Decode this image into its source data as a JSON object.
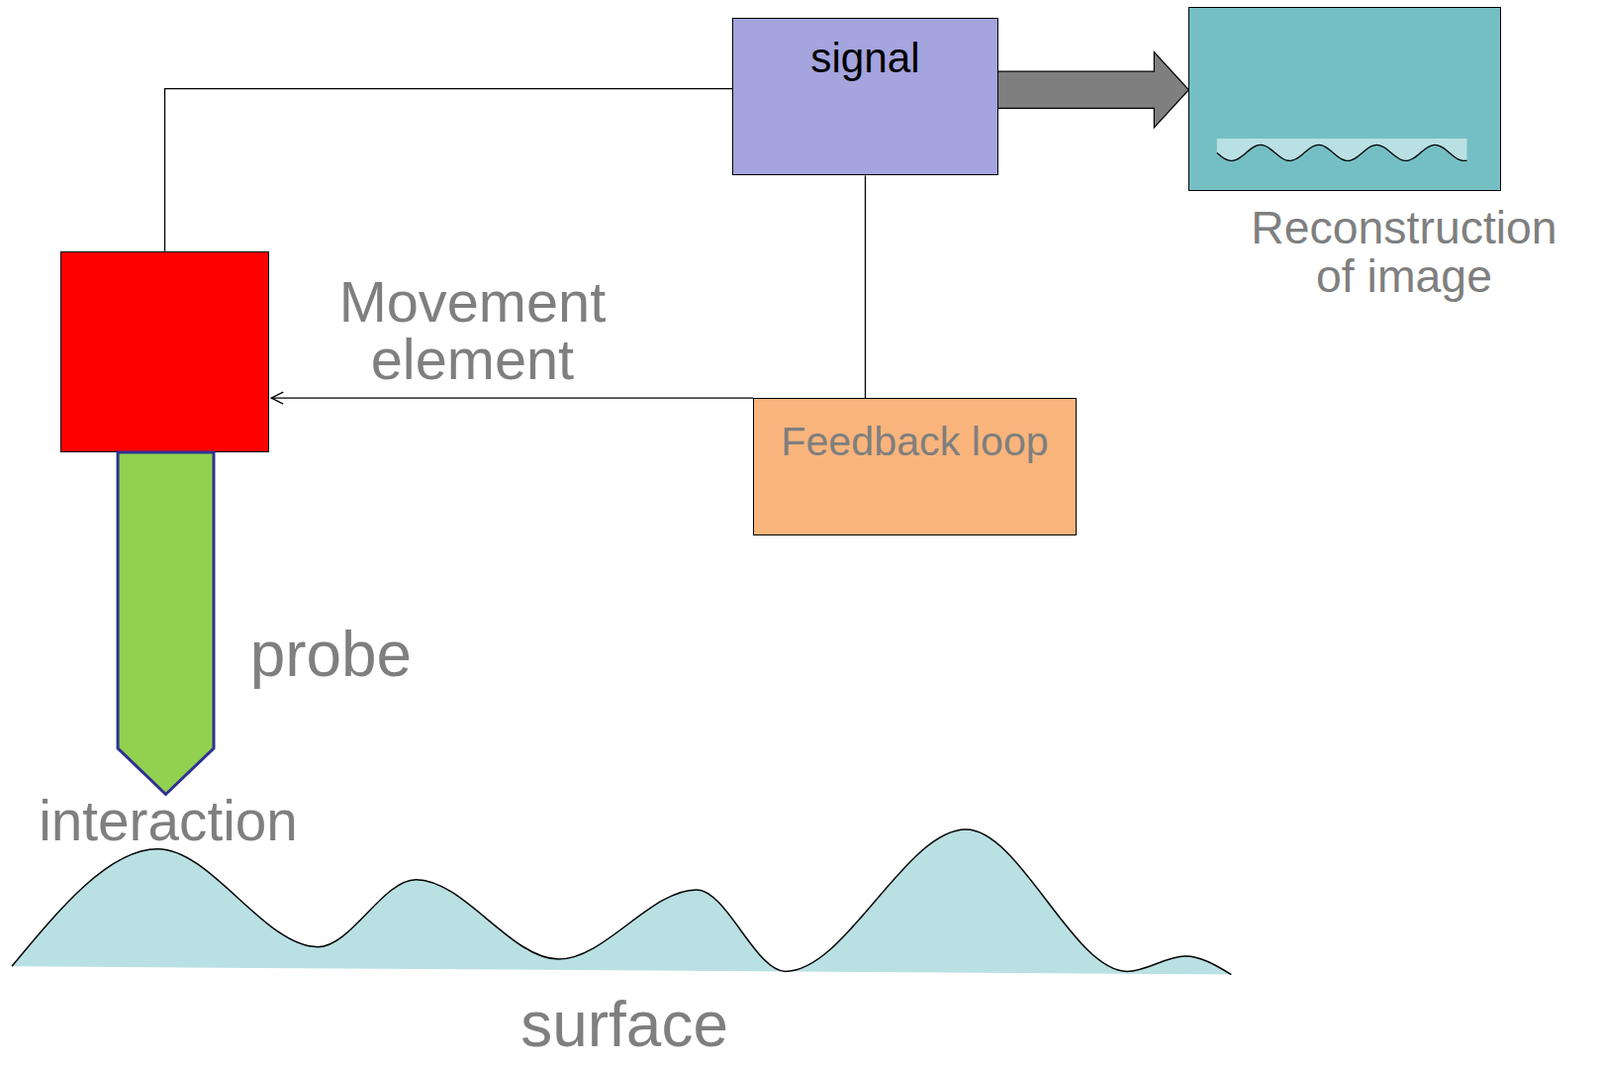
{
  "diagram": {
    "nodes": [
      {
        "text": [
          "signal"
        ]
      },
      {
        "text": [
          "Reconstruction of image"
        ]
      },
      {
        "text": [
          "Movement element"
        ]
      },
      {
        "text": [
          "Feedback loop"
        ]
      },
      {
        "text": [
          "probe"
        ]
      },
      {
        "text": [
          "surface"
        ]
      }
    ],
    "edges": [
      {
        "from": 0,
        "to": 1,
        "arrow": "to"
      },
      {
        "from": 0,
        "to": 2,
        "arrow": "none"
      },
      {
        "from": 0,
        "to": 3,
        "arrow": "none"
      },
      {
        "from": 3,
        "to": 2,
        "arrow": "to"
      }
    ],
    "labels": [
      "interaction"
    ]
  }
}
